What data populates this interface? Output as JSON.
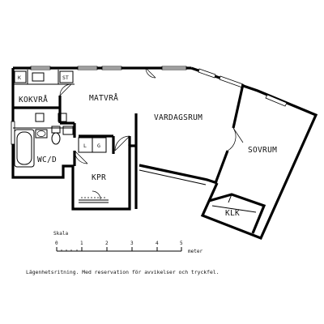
{
  "rooms": {
    "kokvra": "KOKVRÅ",
    "matvra": "MATVRÅ",
    "vardagsrum": "VARDAGSRUM",
    "sovrum": "SOVRUM",
    "wc_d": "WC/D",
    "kpr": "KPR",
    "klk": "KLK"
  },
  "fixtures": {
    "k": "K",
    "st": "ST",
    "l": "L",
    "g": "G"
  },
  "scale": {
    "title": "Skala",
    "ticks": [
      "0",
      "1",
      "2",
      "3",
      "4",
      "5"
    ],
    "unit": "meter"
  },
  "caption": "Lägenhetsritning. Med reservation för avvikelser och tryckfel."
}
